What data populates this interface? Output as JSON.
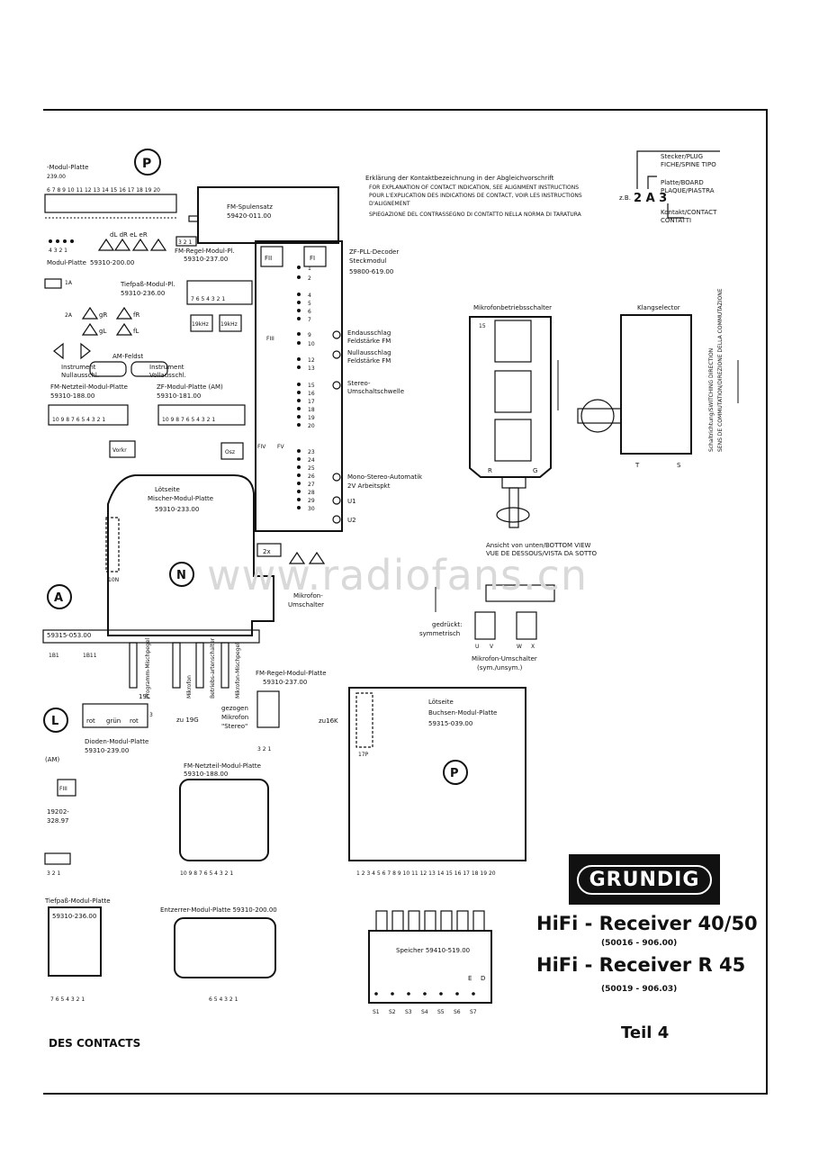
{
  "legend": {
    "lines": [
      "Erklärung der Kontaktbezeichnung in der Abgleichvorschrift",
      "FOR EXPLANATION OF CONTACT INDICATION, SEE ALIGNMENT INSTRUCTIONS",
      "POUR L'EXPLICATION DES INDICATIONS DE CONTACT, VOIR LES INSTRUCTIONS",
      "D'ALIGNEMENT",
      "SPIEGAZIONE DEL CONTRASSEGNO DI CONTATTO NELLA NORMA DI TARATURA"
    ],
    "example_prefix": "z.B.",
    "example_code": "2 A 3",
    "stecker": [
      "Stecker/PLUG",
      "FICHE/SPINE TIPO"
    ],
    "platte": [
      "Platte/BOARD",
      "PLAQUE/PIASTRA"
    ],
    "kontakt": [
      "Kontakt/CONTACT",
      "CONTATTI"
    ]
  },
  "modules": {
    "modul_platte_top": "-Modul-Platte",
    "modul_platte_top_num": "239.00",
    "pin_row_top": "6 7 8 9 10 11 12 13 14 15 16 17 18 19 20",
    "fm_spulensatz": [
      "FM-Spulensatz",
      "59420-011.00"
    ],
    "fm_regel_top": [
      "FM-Regel-Modul-Pl.",
      "59310-237.00"
    ],
    "modul_platte_left": [
      "Modul-Platte",
      "59310-200.00"
    ],
    "tiefpass_top": [
      "Tiefpaß-Modul-Pl.",
      "59310-236.00"
    ],
    "zf_decoder": [
      "ZF-PLL-Decoder",
      "Steckmodul",
      "59800-619.00"
    ],
    "am_feldst": "AM-Feldst",
    "instrument_null": [
      "Instrument",
      "Nullausschl."
    ],
    "instrument_voll": [
      "Instrument",
      "Vollausschl."
    ],
    "fm_netzteil_top": [
      "FM-Netzteil-Modul-Platte",
      "59310-188.00"
    ],
    "zf_modul_am": [
      "ZF-Modul-Platte (AM)",
      "59310-181.00"
    ],
    "pins_10_1": "10 9 8 7 6 5 4 3 2 1",
    "loetseite_mischer": [
      "Lötseite",
      "Mischer-Modul-Platte",
      "59310-233.00"
    ],
    "mikrofon_umschalter_side": [
      "Mikrofon-",
      "Umschalter"
    ],
    "bottom_plate": "59315-053.00",
    "bottom_pins": [
      "1B1",
      "1B11"
    ],
    "knobs": [
      "Programm-Mischpegel",
      "Mikrofon",
      "Betriebs-artenschalter",
      "Mikrofon-Mischpegel"
    ],
    "fm_regel_bottom": [
      "FM-Regel-Modul-Platte",
      "59310-237.00"
    ],
    "gezogen": [
      "gezogen",
      "Mikrofon",
      "\"Stereo\""
    ],
    "pins_321": "3 2 1",
    "dioden": [
      "Dioden-Modul-Platte",
      "59310-239.00"
    ],
    "dioden_labels": [
      "rot",
      "grün",
      "rot"
    ],
    "zu_19g": "zu 19G",
    "label_19l": "19L",
    "fm_netzteil_bottom": [
      "FM-Netzteil-Modul-Platte",
      "59310-188.00"
    ],
    "loetseite_buchsen": [
      "Lötseite",
      "Buchsen-Modul-Platte",
      "59315-039.00"
    ],
    "zu_16k": "zu16K",
    "label_17p": "17P",
    "pins_1_20": "1 2 3 4 5 6 7 8 9 10 11 12 13 14 15 16 17 18 19 20",
    "tiefpass_bottom": [
      "Tiefpaß-Modul-Platte",
      "59310-236.00"
    ],
    "entzerrer": "Entzerrer-Modul-Platte 59310-200.00",
    "speicher": "Speicher 59410-519.00",
    "speicher_pins": [
      "S1",
      "S2",
      "S3",
      "S4",
      "S5",
      "S6",
      "S7"
    ],
    "speicher_ed": [
      "E",
      "D"
    ],
    "tiefpass_pins": "7 6 5 4 3 2 1",
    "entzerrer_pins": "6 5 4 3 2 1",
    "left_small": [
      "19202-",
      "328.97"
    ],
    "am_label": "(AM)",
    "fiii": "FIII"
  },
  "decoder_pins": [
    "1",
    "2",
    "4",
    "5",
    "6",
    "7",
    "9",
    "10",
    "12",
    "13",
    "15",
    "16",
    "17",
    "18",
    "19",
    "20",
    "23",
    "24",
    "25",
    "26",
    "27",
    "28",
    "29",
    "30"
  ],
  "test_points": {
    "endausschlag": [
      "Endausschlag",
      "Feldstärke FM"
    ],
    "nullausschlag": [
      "Nullausschlag",
      "Feldstärke FM"
    ],
    "stereo_umschalt": [
      "Stereo-",
      "Umschaltschwelle"
    ],
    "mono_stereo": [
      "Mono-Stereo-Automatik",
      "2V    Arbeitspkt"
    ],
    "u1": "U1",
    "u2": "U2"
  },
  "switches": {
    "mikrofonbetrieb": "Mikrofonbetriebsschalter",
    "klangselector": "Klangselector",
    "switching_direction": [
      "Schaltrichtung/SWITCHING DIRECTION",
      "SENS DE COMMUTATION/DIREZIONE DELLA COMMUTAZIONE"
    ],
    "ansicht": [
      "Ansicht von unten/BOTTOM VIEW",
      "VUE DE DESSOUS/VISTA DA SOTTO"
    ],
    "gedrueckt": [
      "gedrückt:",
      "symmetrisch"
    ],
    "mikrofon_umschalter": [
      "Mikrofon-Umschalter",
      "(sym./unsym.)"
    ],
    "col_labels_left": [
      "R",
      "G"
    ],
    "col_labels_right": [
      "T",
      "S"
    ],
    "uvwx": [
      "U",
      "V",
      "W",
      "X"
    ]
  },
  "circle_labels": [
    "P",
    "N",
    "A",
    "L",
    "P"
  ],
  "fm_filters": [
    "FII",
    "FI",
    "FIII",
    "FIV",
    "FV"
  ],
  "buttons": [
    "19kHz",
    "19kHz",
    "Vorkr",
    "Osz"
  ],
  "watermark": "www.radiofans.cn",
  "brand": "GRUNDIG",
  "title_1": "HiFi - Receiver 40/50",
  "number_1": "(50016 - 906.00)",
  "title_2": "HiFi - Receiver  R 45",
  "number_2": "(50019 - 906.03)",
  "part": "Teil 4",
  "footer": "DES CONTACTS"
}
